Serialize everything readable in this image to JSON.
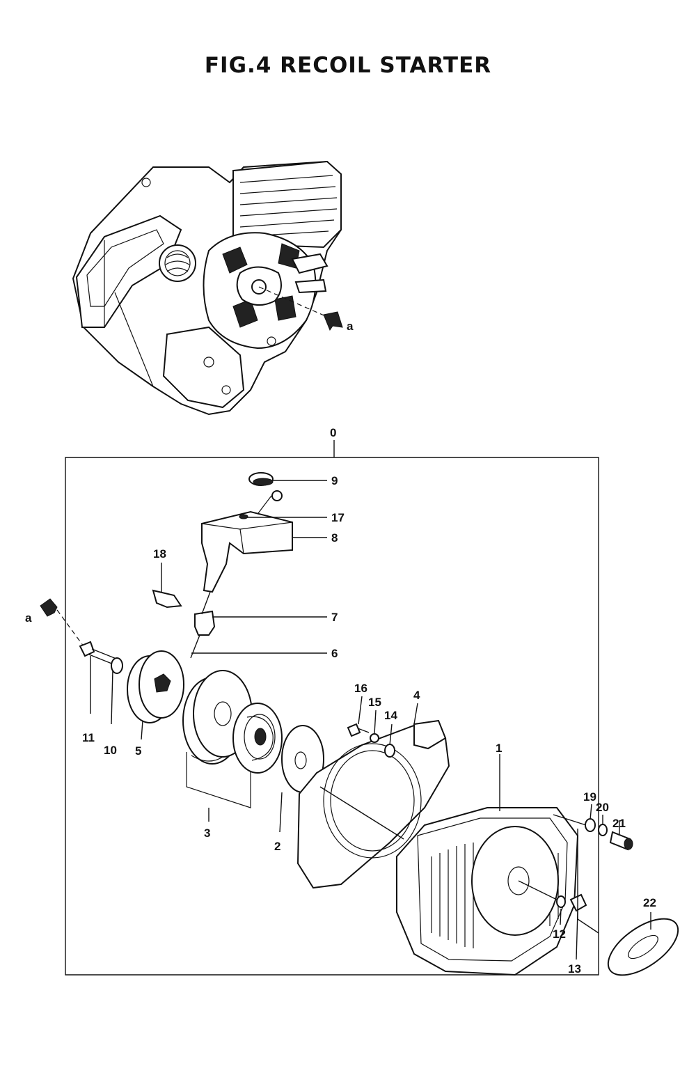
{
  "title": "FIG.4 RECOIL STARTER",
  "view_marker": "a",
  "callouts": [
    {
      "id": "0",
      "label": "0"
    },
    {
      "id": "1",
      "label": "1"
    },
    {
      "id": "2",
      "label": "2"
    },
    {
      "id": "3",
      "label": "3"
    },
    {
      "id": "4",
      "label": "4"
    },
    {
      "id": "5",
      "label": "5"
    },
    {
      "id": "6",
      "label": "6"
    },
    {
      "id": "7",
      "label": "7"
    },
    {
      "id": "8",
      "label": "8"
    },
    {
      "id": "9",
      "label": "9"
    },
    {
      "id": "10",
      "label": "10"
    },
    {
      "id": "11",
      "label": "11"
    },
    {
      "id": "12",
      "label": "12"
    },
    {
      "id": "13",
      "label": "13"
    },
    {
      "id": "14",
      "label": "14"
    },
    {
      "id": "15",
      "label": "15"
    },
    {
      "id": "16",
      "label": "16"
    },
    {
      "id": "17",
      "label": "17"
    },
    {
      "id": "18",
      "label": "18"
    },
    {
      "id": "19",
      "label": "19"
    },
    {
      "id": "20",
      "label": "20"
    },
    {
      "id": "21",
      "label": "21"
    },
    {
      "id": "22",
      "label": "22"
    }
  ]
}
